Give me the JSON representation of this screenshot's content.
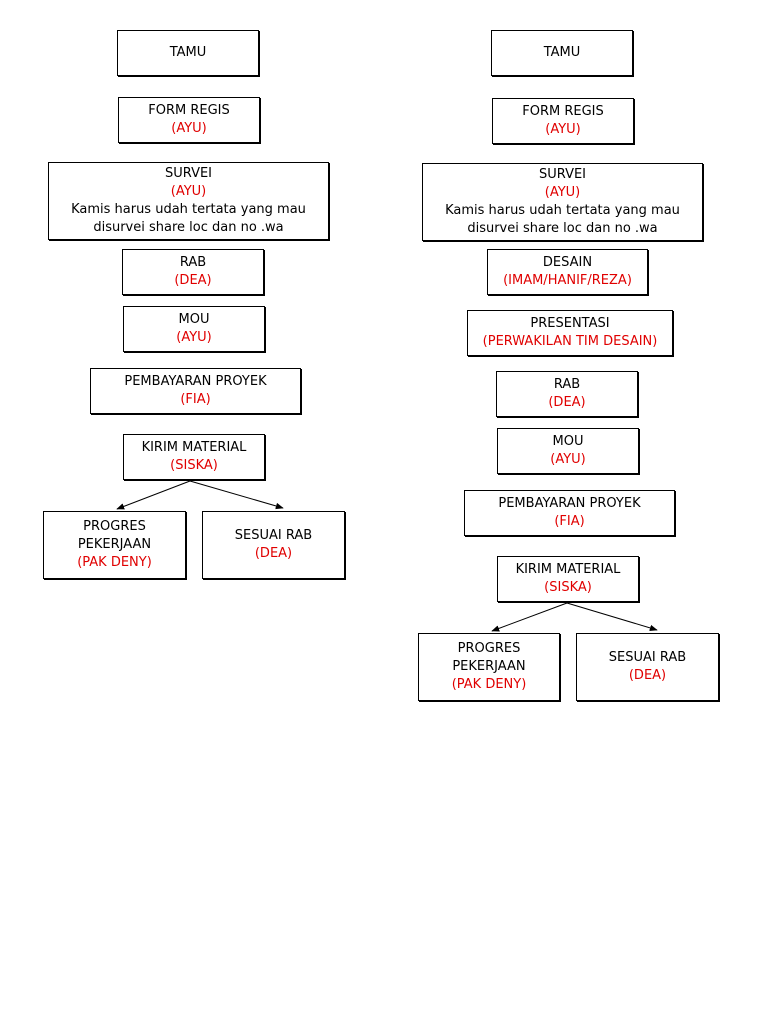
{
  "colors": {
    "assignee": "#e00000",
    "border": "#000000"
  },
  "left_flow": {
    "tamu": {
      "title": "TAMU"
    },
    "form_regis": {
      "title": "FORM REGIS",
      "assignee": "(AYU)"
    },
    "survei": {
      "title": "SURVEI",
      "assignee": "(AYU)",
      "note_1": "Kamis harus udah tertata yang mau",
      "note_2": "disurvei share loc dan no .wa"
    },
    "rab": {
      "title": "RAB",
      "assignee": "(DEA)"
    },
    "mou": {
      "title": "MOU",
      "assignee": "(AYU)"
    },
    "pembayaran": {
      "title": "PEMBAYARAN PROYEK",
      "assignee": "(FIA)"
    },
    "kirim_material": {
      "title": "KIRIM MATERIAL",
      "assignee": "(SISKA)"
    },
    "progres": {
      "title_1": "PROGRES",
      "title_2": "PEKERJAAN",
      "assignee": "(PAK DENY)"
    },
    "sesuai_rab": {
      "title": "SESUAI RAB",
      "assignee": "(DEA)"
    }
  },
  "right_flow": {
    "tamu": {
      "title": "TAMU"
    },
    "form_regis": {
      "title": "FORM REGIS",
      "assignee": "(AYU)"
    },
    "survei": {
      "title": "SURVEI",
      "assignee": "(AYU)",
      "note_1": "Kamis harus udah tertata yang mau",
      "note_2": "disurvei share loc dan no .wa"
    },
    "desain": {
      "title": "DESAIN",
      "assignee": "(IMAM/HANIF/REZA)"
    },
    "presentasi": {
      "title": "PRESENTASI",
      "assignee": "(PERWAKILAN TIM DESAIN)"
    },
    "rab": {
      "title": "RAB",
      "assignee": "(DEA)"
    },
    "mou": {
      "title": "MOU",
      "assignee": "(AYU)"
    },
    "pembayaran": {
      "title": "PEMBAYARAN PROYEK",
      "assignee": "(FIA)"
    },
    "kirim_material": {
      "title": "KIRIM MATERIAL",
      "assignee": "(SISKA)"
    },
    "progres": {
      "title_1": "PROGRES",
      "title_2": "PEKERJAAN",
      "assignee": "(PAK DENY)"
    },
    "sesuai_rab": {
      "title": "SESUAI RAB",
      "assignee": "(DEA)"
    }
  }
}
